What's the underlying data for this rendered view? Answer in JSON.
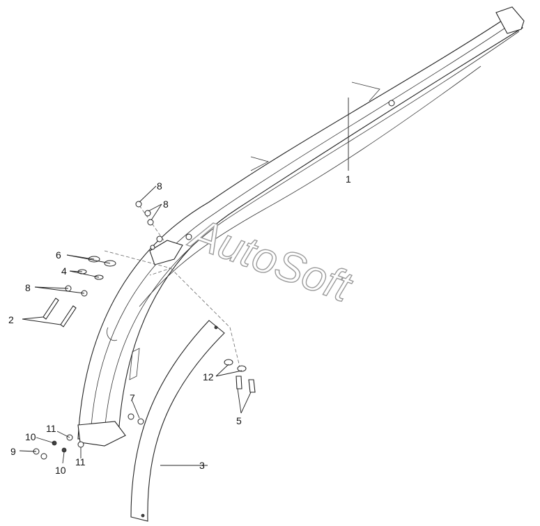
{
  "watermark": "AutoSoft",
  "callouts": {
    "c1": "1",
    "c2": "2",
    "c3": "3",
    "c4": "4",
    "c5": "5",
    "c6": "6",
    "c7": "7",
    "c8a": "8",
    "c8b": "8",
    "c8c": "8",
    "c9": "9",
    "c10a": "10",
    "c10b": "10",
    "c11a": "11",
    "c11b": "11",
    "c12": "12"
  }
}
